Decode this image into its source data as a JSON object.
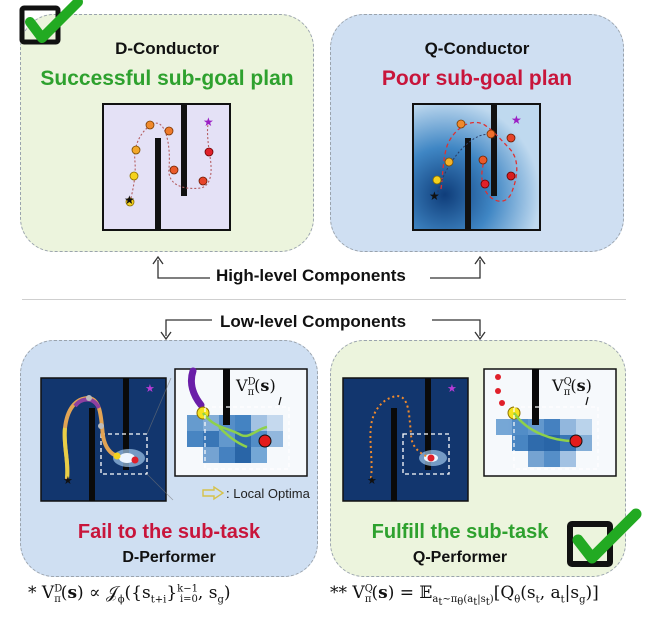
{
  "top_left": {
    "title": "D-Conductor",
    "subtitle": "Successful sub-goal plan"
  },
  "top_right": {
    "title": "Q-Conductor",
    "subtitle": "Poor sub-goal plan"
  },
  "high_level_label": "High-level Components",
  "low_level_label": "Low-level Components",
  "bottom_left": {
    "subtitle": "Fail to the sub-task",
    "title": "D-Performer",
    "legend": ": Local Optima",
    "inset_label": "Vᴰπ(s)"
  },
  "bottom_right": {
    "subtitle": "Fulfill the sub-task",
    "title": "Q-Performer",
    "inset_label": "Vᵠπ(s)"
  },
  "formula_left": {
    "prefix": "* ",
    "text": "VπD(s) ∝ 𝒥ϕ({st+i}k−1i=0, sg)"
  },
  "formula_right": {
    "prefix": "** ",
    "text": "VπQ(s) = 𝔼at∼πθ(at|st)[Qθ(st, at|sg)]"
  },
  "colors": {
    "green_panel": "#ecf4dd",
    "blue_panel": "#cfdff2",
    "success": "#2ea12e",
    "failure": "#c8153b",
    "check": "#22aa22"
  },
  "icons": [
    "checkmark-box-icon",
    "arrow-icon",
    "star-icon"
  ]
}
